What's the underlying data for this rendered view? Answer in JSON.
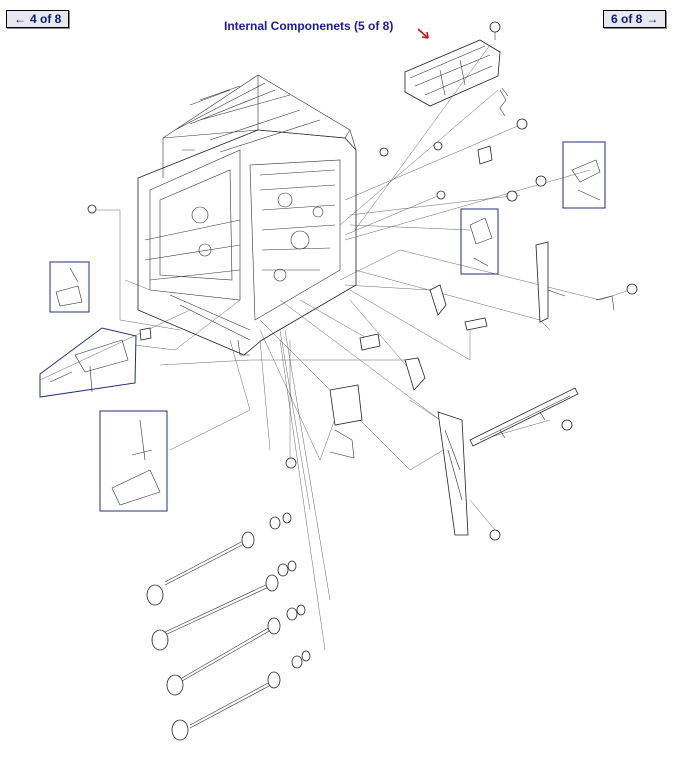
{
  "nav": {
    "prev_label": "4 of 8",
    "next_label": "6 of 8",
    "prev_icon": "arrow-left-icon",
    "next_icon": "arrow-right-icon"
  },
  "title": "Internal Componenets (5 of 8)",
  "colors": {
    "title": "#1a1aa0",
    "pointer": "#cc1111",
    "callout_box": "#1f2f7a"
  }
}
